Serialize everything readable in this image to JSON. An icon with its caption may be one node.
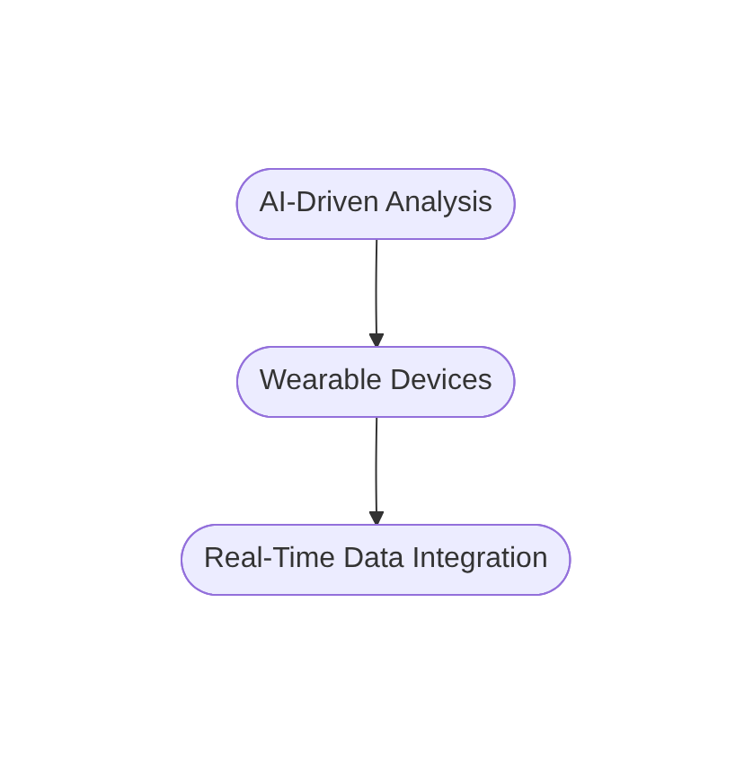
{
  "diagram": {
    "nodes": [
      {
        "text": [
          "AI-Driven Analysis"
        ]
      },
      {
        "text": [
          "Wearable Devices"
        ]
      },
      {
        "text": [
          "Real-Time Data Integration"
        ]
      }
    ],
    "edges": [
      {
        "from": 0,
        "to": 1,
        "arrow": "to"
      },
      {
        "from": 1,
        "to": 2,
        "arrow": "to"
      }
    ]
  }
}
